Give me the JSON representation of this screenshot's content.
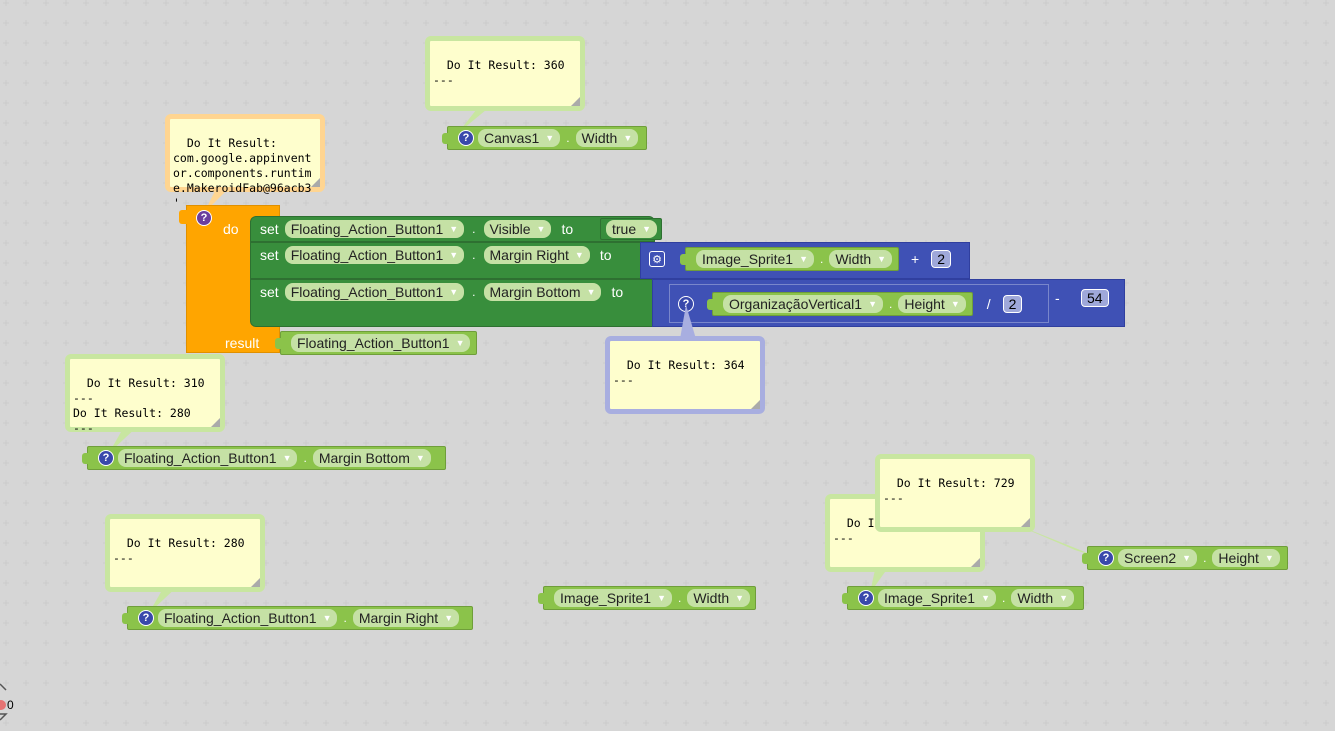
{
  "workspace": {
    "zoom_control_value": "0"
  },
  "bubbles": {
    "canvas_width": "Do It Result: 360\n---",
    "procedure": "Do It Result:\ncom.google.appinvent\nor.components.runtim\ne.MakeroidFab@96acb3\n'",
    "margin_bottom": "Do It Result: 310\n---\nDo It Result: 280\n---",
    "organizacao": "Do It Result: 364\n---",
    "margin_right": "Do It Result: 280\n---",
    "screen2_height": "Do It Result: 729\n---",
    "sprite_width_hidden": "Do It\n---"
  },
  "blocks": {
    "canvas_getter": {
      "component": "Canvas1",
      "property": "Width"
    },
    "procedure": {
      "do_label": "do",
      "result_label": "result",
      "result_component": "Floating_Action_Button1",
      "statements": [
        {
          "set": "set",
          "component": "Floating_Action_Button1",
          "property": "Visible",
          "to": "to",
          "value": "true"
        },
        {
          "set": "set",
          "component": "Floating_Action_Button1",
          "property": "Margin Right",
          "to": "to",
          "expr": {
            "component": "Image_Sprite1",
            "property": "Width",
            "op": "+",
            "operand": "2"
          }
        },
        {
          "set": "set",
          "component": "Floating_Action_Button1",
          "property": "Margin Bottom",
          "to": "to",
          "expr": {
            "component": "OrganizaçãoVertical1",
            "property": "Height",
            "op1": "/",
            "operand1": "2",
            "op2": "-",
            "operand2": "54"
          }
        }
      ]
    },
    "margin_bottom_getter": {
      "component": "Floating_Action_Button1",
      "property": "Margin Bottom"
    },
    "margin_right_getter": {
      "component": "Floating_Action_Button1",
      "property": "Margin Right"
    },
    "sprite_getter_plain": {
      "component": "Image_Sprite1",
      "property": "Width"
    },
    "sprite_getter_2": {
      "component": "Image_Sprite1",
      "property": "Width"
    },
    "screen2_getter": {
      "component": "Screen2",
      "property": "Height"
    }
  },
  "icons": {
    "question": "?",
    "gear": "⚙",
    "dropdown": "▼"
  }
}
